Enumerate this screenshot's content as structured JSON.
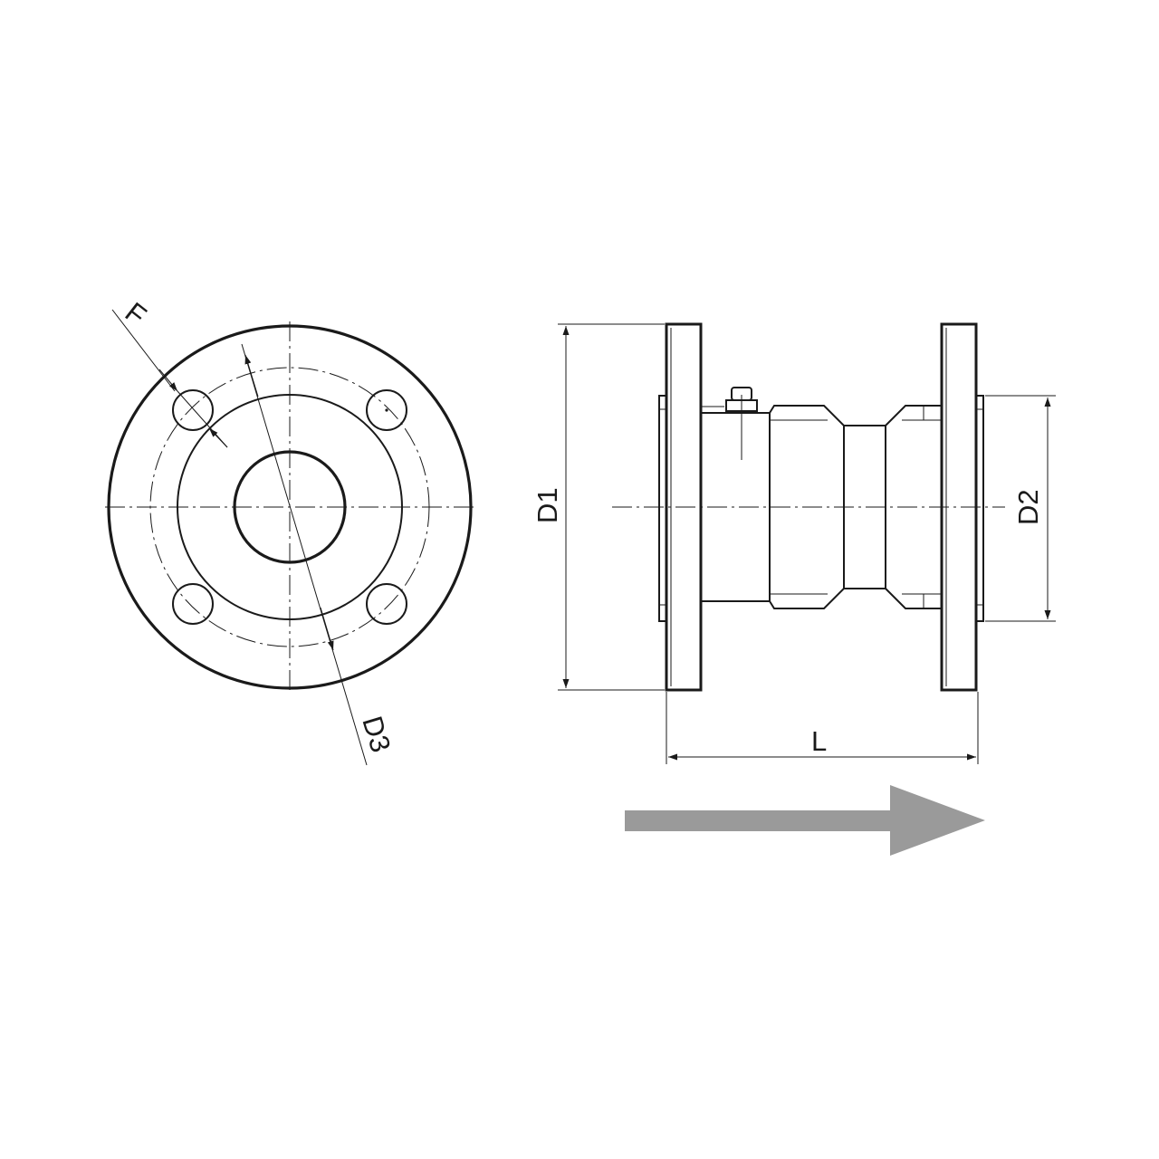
{
  "labels": {
    "f": "F",
    "d1": "D1",
    "d2": "D2",
    "d3": "D3",
    "l": "L"
  },
  "colors": {
    "line": "#1a1a1a",
    "flow_arrow": "#9a9a9a",
    "background": "#ffffff"
  },
  "views": {
    "front_view": "flange-end-view",
    "side_view": "valve-side-view"
  },
  "flow_direction": "right"
}
